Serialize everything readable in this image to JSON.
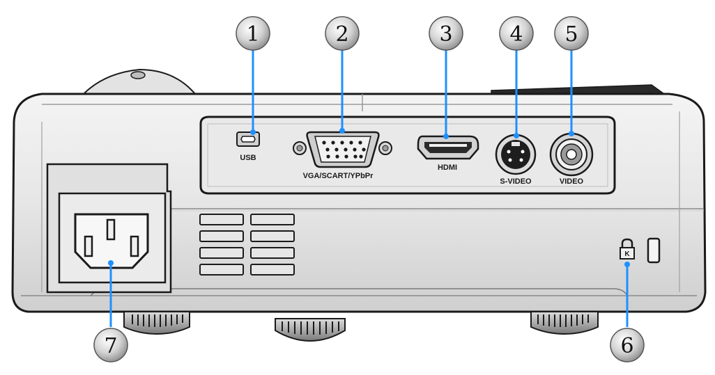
{
  "ports": [
    {
      "id": "usb",
      "label": "USB",
      "callout": "1"
    },
    {
      "id": "vga",
      "label": "VGA/SCART/YPbPr",
      "callout": "2"
    },
    {
      "id": "hdmi",
      "label": "HDMI",
      "callout": "3"
    },
    {
      "id": "svideo",
      "label": "S-VIDEO",
      "callout": "4"
    },
    {
      "id": "video",
      "label": "VIDEO",
      "callout": "5"
    },
    {
      "id": "lock",
      "label": "",
      "callout": "6"
    },
    {
      "id": "power",
      "label": "",
      "callout": "7"
    }
  ],
  "colors": {
    "body_light": "#ececec",
    "body_mid": "#d9d9d9",
    "outline": "#1a1a1a",
    "callout_fill": "#c8c8c8",
    "leader_line": "#1e90ff"
  }
}
